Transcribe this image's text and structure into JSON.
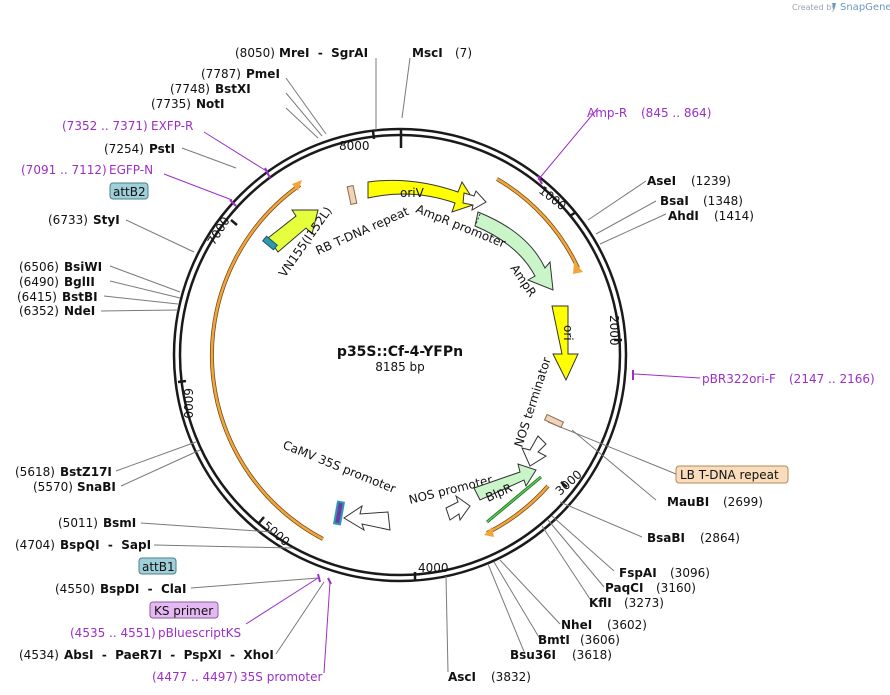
{
  "credit": {
    "created_by": "Created by",
    "brand": "SnapGene"
  },
  "plasmid": {
    "name": "p35S::Cf-4-YFPn",
    "size": "8185 bp"
  },
  "ticks": [
    "1000",
    "2000",
    "3000",
    "4000",
    "5000",
    "6000",
    "7000",
    "8000"
  ],
  "sites": [
    {
      "num": "(8050)",
      "name": "MreI  -  SgrAI"
    },
    {
      "num": "(7)",
      "name": "MscI"
    },
    {
      "num": "(7787)",
      "name": "PmeI"
    },
    {
      "num": "(7748)",
      "name": "BstXI"
    },
    {
      "num": "(7735)",
      "name": "NotI"
    },
    {
      "num": "(7254)",
      "name": "PstI"
    },
    {
      "num": "(6733)",
      "name": "StyI"
    },
    {
      "num": "(6506)",
      "name": "BsiWI"
    },
    {
      "num": "(6490)",
      "name": "BglII"
    },
    {
      "num": "(6415)",
      "name": "BstBI"
    },
    {
      "num": "(6352)",
      "name": "NdeI"
    },
    {
      "num": "(5618)",
      "name": "BstZ17I"
    },
    {
      "num": "(5570)",
      "name": "SnaBI"
    },
    {
      "num": "(5011)",
      "name": "BsmI"
    },
    {
      "num": "(4704)",
      "name": "BspQI  -  SapI"
    },
    {
      "num": "(4550)",
      "name": "BspDI  -  ClaI"
    },
    {
      "num": "(4534)",
      "name": "AbsI  -  PaeR7I  -  PspXI  -  XhoI"
    },
    {
      "num": "(1239)",
      "name": "AseI"
    },
    {
      "num": "(1348)",
      "name": "BsaI"
    },
    {
      "num": "(1414)",
      "name": "AhdI"
    },
    {
      "num": "(2699)",
      "name": "MauBI"
    },
    {
      "num": "(2864)",
      "name": "BsaBI"
    },
    {
      "num": "(3096)",
      "name": "FspAI"
    },
    {
      "num": "(3160)",
      "name": "PaqCI"
    },
    {
      "num": "(3273)",
      "name": "KflI"
    },
    {
      "num": "(3602)",
      "name": "NheI"
    },
    {
      "num": "(3606)",
      "name": "BmtI"
    },
    {
      "num": "(3618)",
      "name": "Bsu36I"
    },
    {
      "num": "(3832)",
      "name": "AscI"
    }
  ],
  "primers": [
    {
      "range": "(7352 .. 7371)",
      "name": "EXFP-R"
    },
    {
      "range": "(7091 .. 7112)",
      "name": "EGFP-N"
    },
    {
      "range": "(845 .. 864)",
      "name": "Amp-R"
    },
    {
      "range": "(2147 .. 2166)",
      "name": "pBR322ori-F"
    },
    {
      "range": "(4535 .. 4551)",
      "name": "pBluescriptKS"
    },
    {
      "range": "(4477 .. 4497)",
      "name": "35S promoter"
    }
  ],
  "boxed": [
    {
      "label": "attB2",
      "color": "#9fd0da"
    },
    {
      "label": "attB1",
      "color": "#9fd0da"
    },
    {
      "label": "KS primer",
      "color": "#e4b9f2"
    },
    {
      "label": "LB T-DNA repeat",
      "color": "#f9dcbc"
    }
  ],
  "features": [
    {
      "label": "oriV",
      "color": "#ffff00"
    },
    {
      "label": "ori",
      "color": "#ffff00"
    },
    {
      "label": "AmpR",
      "color": "#c9f5c9"
    },
    {
      "label": "AmpR promoter",
      "color": "#ffffff"
    },
    {
      "label": "RB T-DNA repeat",
      "color": "#f2d3b8"
    },
    {
      "label": "VN155(I152L)",
      "color": "#e6ff3c"
    },
    {
      "label": "NOS terminator",
      "color": "#ffffff"
    },
    {
      "label": "NOS promoter",
      "color": "#ffffff"
    },
    {
      "label": "BlpR",
      "color": "#c9f5c9"
    },
    {
      "label": "CaMV 35S promoter",
      "color": "#ffffff"
    }
  ],
  "colors": {
    "ring": "#1a1a1a",
    "orange_band": "#f4a53a",
    "primer": "#9b2fc8",
    "leader": "#7a7a7a"
  }
}
